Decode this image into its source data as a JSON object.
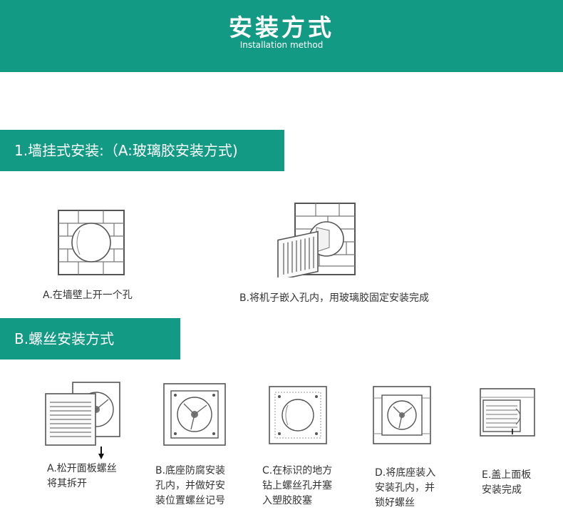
{
  "header": {
    "title": "安装方式",
    "subtitle": "Installation method"
  },
  "section_a": {
    "title": "1.墙挂式安装:（A:玻璃胶安装方式)",
    "steps": [
      {
        "caption": "A.在墙壁上开一个孔",
        "icon": "brick-wall-with-hole-icon"
      },
      {
        "caption": "B.将机子嵌入孔内，用玻璃胶固定安装完成",
        "icon": "fan-inserted-into-wall-icon"
      }
    ]
  },
  "section_b": {
    "title": "B.螺丝安装方式",
    "steps": [
      {
        "lines": [
          "A.松开面板螺丝",
          "将其拆开"
        ],
        "icon": "fan-panel-removed-icon"
      },
      {
        "lines": [
          "B.底座防腐安装",
          "孔内，并做好安",
          "装位置螺丝记号"
        ],
        "icon": "fan-base-in-hole-icon"
      },
      {
        "lines": [
          "C.在标识的地方",
          "钻上螺丝孔并塞",
          "入塑胶胶塞"
        ],
        "icon": "wall-hole-drilled-icon"
      },
      {
        "lines": [
          "D.将底座装入",
          "安装孔内，并",
          "锁好螺丝"
        ],
        "icon": "fan-base-screwed-icon"
      },
      {
        "lines": [
          "E.盖上面板",
          "安装完成"
        ],
        "icon": "fan-panel-closed-icon"
      }
    ]
  },
  "colors": {
    "accent": "#139a84",
    "line": "#555555"
  }
}
